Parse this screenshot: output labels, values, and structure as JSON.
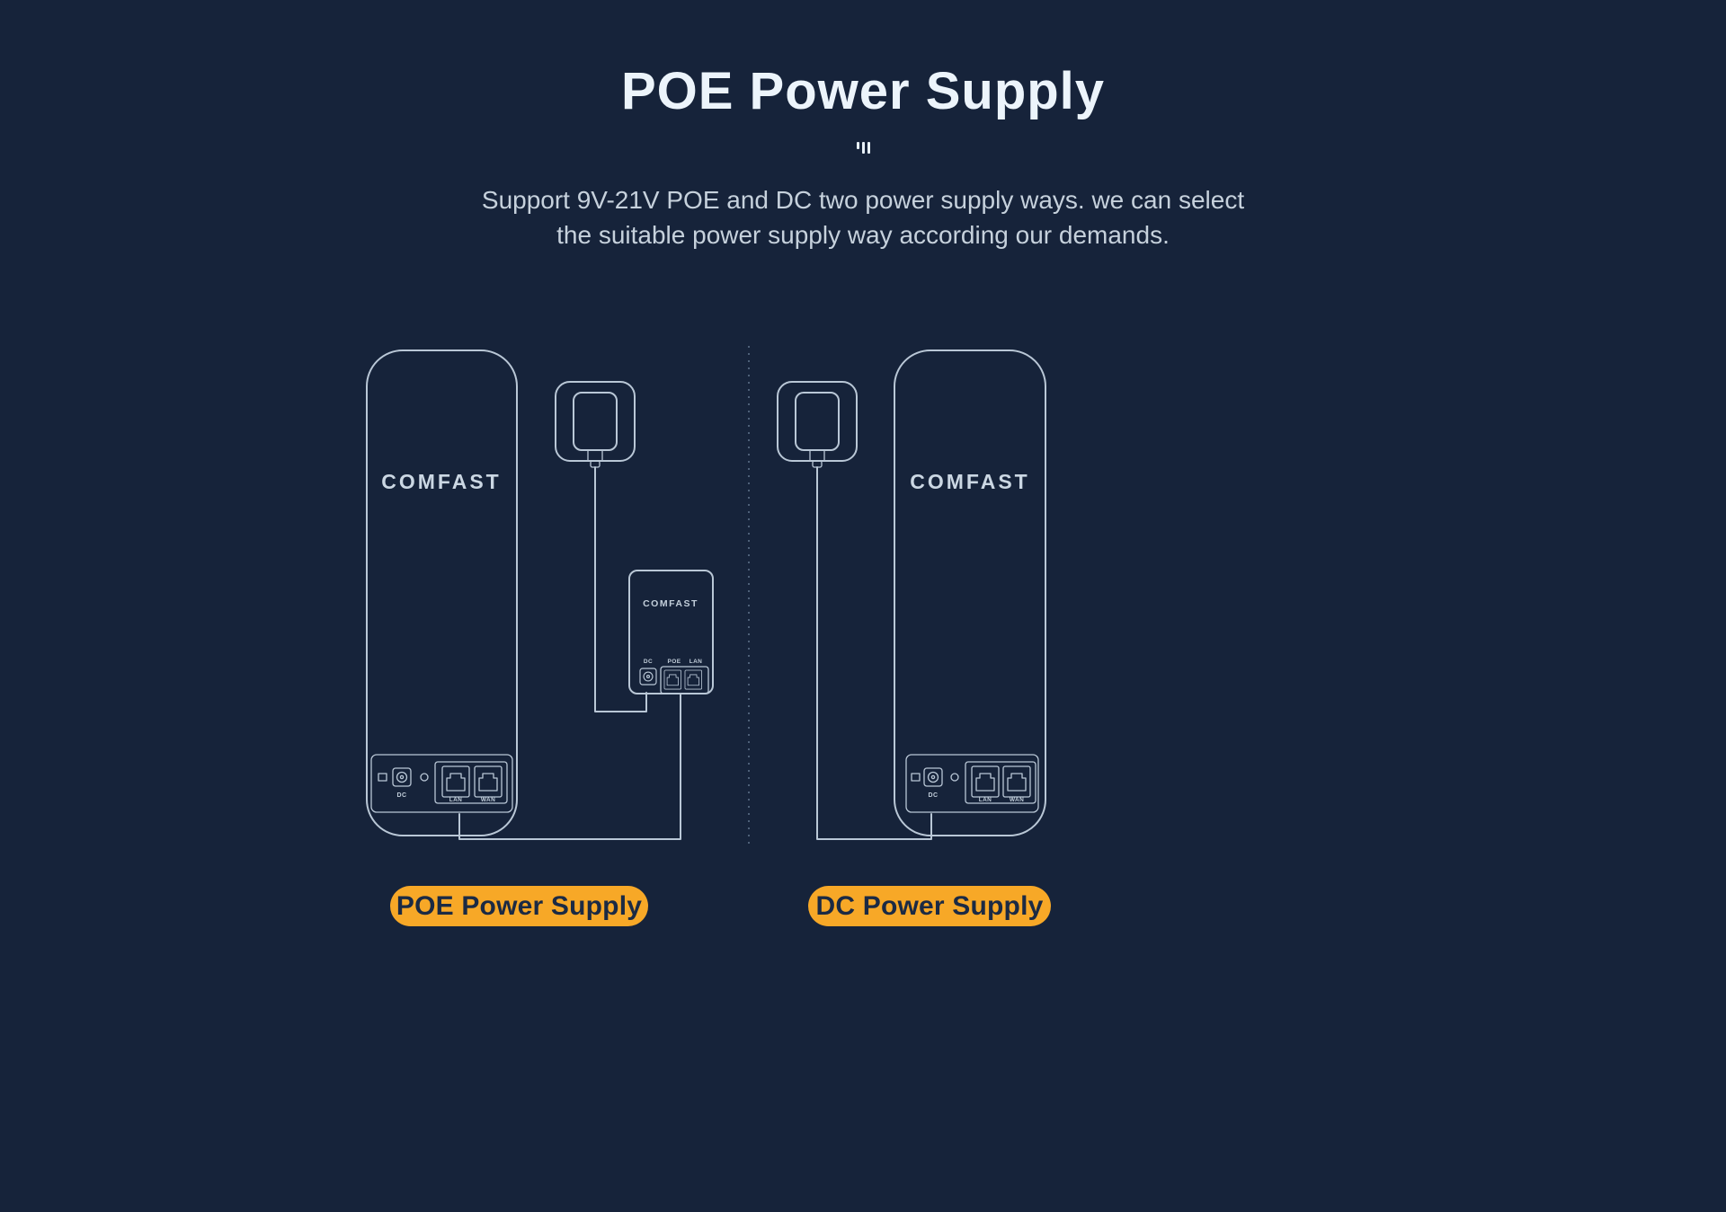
{
  "header": {
    "title": "POE Power Supply",
    "subtitle_line1": "Support 9V-21V POE and DC two power supply ways. we can select",
    "subtitle_line2": "the suitable power supply way according our demands."
  },
  "diagram": {
    "brand": "COMFAST",
    "injector_brand": "COMFAST",
    "left_device_ports": {
      "dc": "DC",
      "lan": "LAN",
      "wan": "WAN"
    },
    "injector_ports": {
      "dc": "DC",
      "poe": "POE",
      "lan": "LAN"
    },
    "right_device_ports": {
      "dc": "DC",
      "lan": "LAN",
      "wan": "WAN"
    },
    "captions": {
      "left": "POE Power Supply",
      "right": "DC Power Supply"
    }
  },
  "colors": {
    "background": "#16233A",
    "line": "#B9C7D6",
    "pill": "#F7A827",
    "pill_text": "#1B2A44",
    "title": "#ECF4FB",
    "subtitle": "#C6D1DC"
  }
}
